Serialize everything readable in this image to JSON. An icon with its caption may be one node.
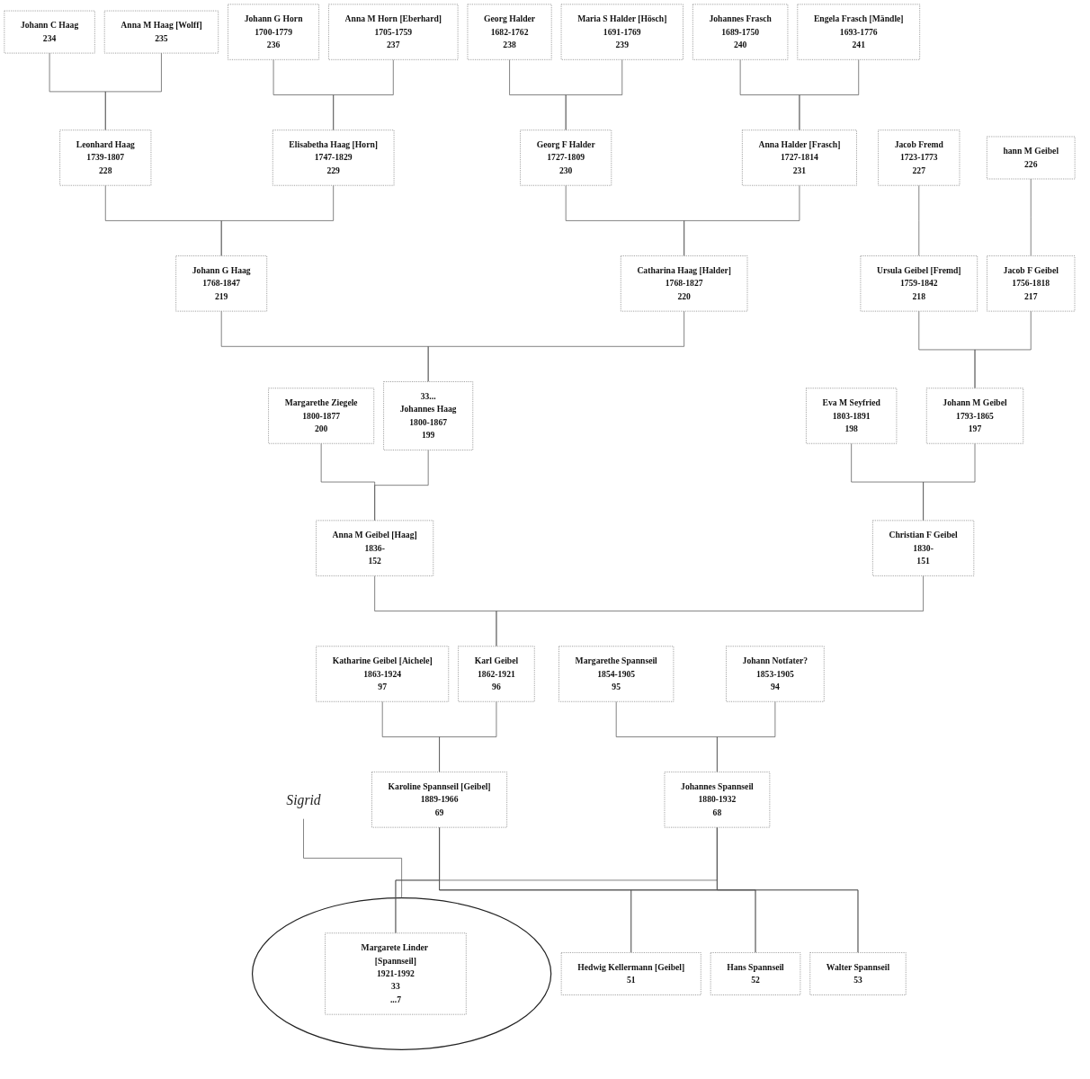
{
  "diagram": {
    "nodes": [
      {
        "text": [
          "Johann C Haag",
          "234"
        ]
      },
      {
        "text": [
          "Anna M Haag [Wolff]",
          "235"
        ]
      },
      {
        "text": [
          "Johann G Horn",
          "1700-1779",
          "236"
        ]
      },
      {
        "text": [
          "Anna M Horn [Eberhard]",
          "1705-1759",
          "237"
        ]
      },
      {
        "text": [
          "Georg Halder",
          "1682-1762",
          "238"
        ]
      },
      {
        "text": [
          "Maria S Halder [Hösch]",
          "1691-1769",
          "239"
        ]
      },
      {
        "text": [
          "Johannes Frasch",
          "1689-1750",
          "240"
        ]
      },
      {
        "text": [
          "Engela Frasch [Mändle]",
          "1693-1776",
          "241"
        ]
      },
      {
        "text": [
          "hann M Geibel",
          "226"
        ]
      },
      {
        "text": [
          "Jacob Fremd",
          "1723-1773",
          "227"
        ]
      },
      {
        "text": [
          "Leonhard Haag",
          "1739-1807",
          "228"
        ]
      },
      {
        "text": [
          "Elisabetha Haag [Horn]",
          "1747-1829",
          "229"
        ]
      },
      {
        "text": [
          "Georg F Halder",
          "1727-1809",
          "230"
        ]
      },
      {
        "text": [
          "Anna Halder [Frasch]",
          "1727-1814",
          "231"
        ]
      },
      {
        "text": [
          "Jacob F Geibel",
          "1756-1818",
          "217"
        ]
      },
      {
        "text": [
          "Ursula Geibel [Fremd]",
          "1759-1842",
          "218"
        ]
      },
      {
        "text": [
          "Johann G Haag",
          "1768-1847",
          "219"
        ]
      },
      {
        "text": [
          "Catharina Haag [Halder]",
          "1768-1827",
          "220"
        ]
      },
      {
        "text": [
          "Johann M Geibel",
          "1793-1865",
          "197"
        ]
      },
      {
        "text": [
          "Eva M Seyfried",
          "1803-1891",
          "198"
        ]
      },
      {
        "text": [
          "33...",
          "Johannes Haag",
          "1800-1867",
          "199"
        ]
      },
      {
        "text": [
          "Margarethe Ziegele",
          "1800-1877",
          "200"
        ]
      },
      {
        "text": [
          "Christian F Geibel",
          "1830-",
          "151"
        ]
      },
      {
        "text": [
          "Anna M Geibel [Haag]",
          "1836-",
          "152"
        ]
      },
      {
        "text": [
          "Johann Notfater?",
          "1853-1905",
          "94"
        ]
      },
      {
        "text": [
          "Margarethe Spannseil",
          "1854-1905",
          "95"
        ]
      },
      {
        "text": [
          "Karl Geibel",
          "1862-1921",
          "96"
        ]
      },
      {
        "text": [
          "Katharine Geibel [Aichele]",
          "1863-1924",
          "97"
        ]
      },
      {
        "text": [
          "Johannes Spannseil",
          "1880-1932",
          "68"
        ]
      },
      {
        "text": [
          "Karoline Spannseil [Geibel]",
          "1889-1966",
          "69"
        ]
      },
      {
        "text": [],
        "shape": "circle"
      },
      {
        "text": [
          "Margarete Linder [Spannseil]",
          "1921-1992",
          "33",
          "...7"
        ],
        "in": 30
      },
      {
        "text": [
          "Hedwig Kellermann [Geibel]",
          "51"
        ]
      },
      {
        "text": [
          "Hans Spannseil",
          "52"
        ]
      },
      {
        "text": [
          "Walter Spannseil",
          "53"
        ]
      },
      {
        "text": [
          "Sigrid"
        ]
      }
    ],
    "edges": [
      {
        "from": 0,
        "to": 10,
        "arrow": "none"
      },
      {
        "from": 1,
        "to": 10,
        "arrow": "none"
      },
      {
        "from": 2,
        "to": 11,
        "arrow": "none"
      },
      {
        "from": 3,
        "to": 11,
        "arrow": "none"
      },
      {
        "from": 4,
        "to": 12,
        "arrow": "none"
      },
      {
        "from": 5,
        "to": 12,
        "arrow": "none"
      },
      {
        "from": 6,
        "to": 13,
        "arrow": "none"
      },
      {
        "from": 7,
        "to": 13,
        "arrow": "none"
      },
      {
        "from": 8,
        "to": 14,
        "arrow": "none"
      },
      {
        "from": 9,
        "to": 15,
        "arrow": "none"
      },
      {
        "from": 10,
        "to": 16,
        "arrow": "none"
      },
      {
        "from": 11,
        "to": 16,
        "arrow": "none"
      },
      {
        "from": 12,
        "to": 17,
        "arrow": "none"
      },
      {
        "from": 13,
        "to": 17,
        "arrow": "none"
      },
      {
        "from": 14,
        "to": 18,
        "arrow": "none"
      },
      {
        "from": 15,
        "to": 18,
        "arrow": "none"
      },
      {
        "from": 16,
        "to": 20,
        "arrow": "none"
      },
      {
        "from": 17,
        "to": 20,
        "arrow": "none"
      },
      {
        "from": 18,
        "to": 22,
        "arrow": "none"
      },
      {
        "from": 19,
        "to": 22,
        "arrow": "none"
      },
      {
        "from": 20,
        "to": 23,
        "arrow": "none"
      },
      {
        "from": 21,
        "to": 23,
        "arrow": "none"
      },
      {
        "from": 22,
        "to": 26,
        "arrow": "none"
      },
      {
        "from": 23,
        "to": 26,
        "arrow": "none"
      },
      {
        "from": 24,
        "to": 28,
        "arrow": "none"
      },
      {
        "from": 25,
        "to": 28,
        "arrow": "none"
      },
      {
        "from": 26,
        "to": 29,
        "arrow": "none"
      },
      {
        "from": 27,
        "to": 29,
        "arrow": "none"
      },
      {
        "from": 28,
        "to": 31,
        "arrow": "none"
      },
      {
        "from": 28,
        "to": 32,
        "arrow": "none"
      },
      {
        "from": 28,
        "to": 33,
        "arrow": "none"
      },
      {
        "from": 28,
        "to": 34,
        "arrow": "none"
      },
      {
        "from": 29,
        "to": 31,
        "arrow": "none"
      },
      {
        "from": 29,
        "to": 32,
        "arrow": "none"
      },
      {
        "from": 29,
        "to": 33,
        "arrow": "none"
      },
      {
        "from": 29,
        "to": 34,
        "arrow": "none"
      },
      {
        "from": 35,
        "to": 30,
        "arrow": "none"
      }
    ]
  }
}
